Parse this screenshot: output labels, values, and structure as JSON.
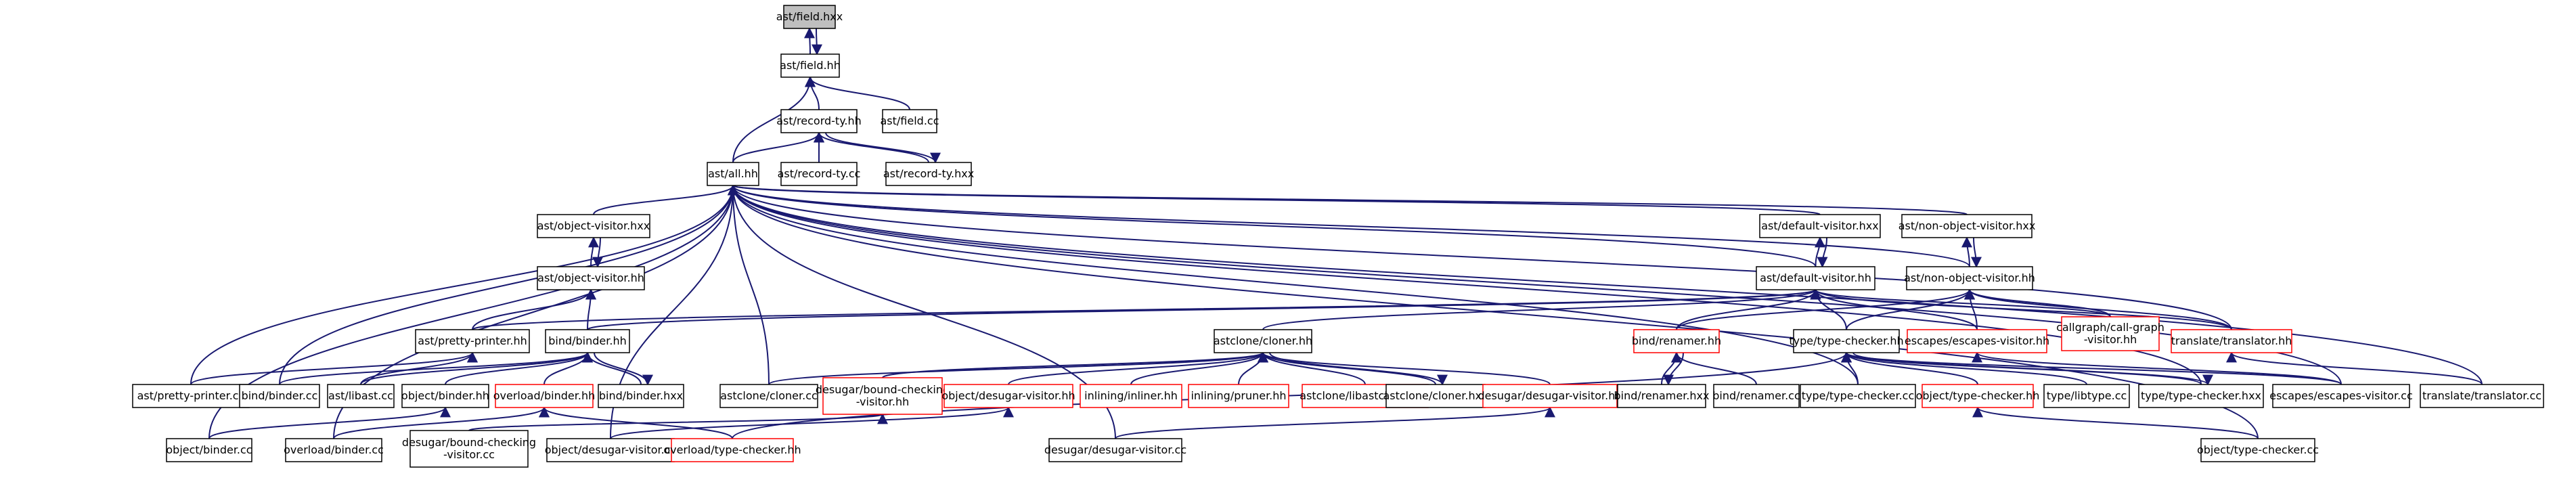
{
  "colors": {
    "edge": "#191970",
    "normal_border": "#000000",
    "red_border": "#ff0000",
    "focus_fill": "#bfbfbf",
    "background": "#ffffff"
  },
  "nodes": [
    {
      "id": "field_hxx",
      "lines": [
        "ast/field.hxx"
      ],
      "style": "focus"
    },
    {
      "id": "field_hh",
      "lines": [
        "ast/field.hh"
      ],
      "style": "normal"
    },
    {
      "id": "record_ty_hh",
      "lines": [
        "ast/record-ty.hh"
      ],
      "style": "normal"
    },
    {
      "id": "field_cc",
      "lines": [
        "ast/field.cc"
      ],
      "style": "normal"
    },
    {
      "id": "all_hh",
      "lines": [
        "ast/all.hh"
      ],
      "style": "normal"
    },
    {
      "id": "record_ty_cc",
      "lines": [
        "ast/record-ty.cc"
      ],
      "style": "normal"
    },
    {
      "id": "record_ty_hxx",
      "lines": [
        "ast/record-ty.hxx"
      ],
      "style": "normal"
    },
    {
      "id": "object_visitor_hxx",
      "lines": [
        "ast/object-visitor.hxx"
      ],
      "style": "normal"
    },
    {
      "id": "object_visitor_hh",
      "lines": [
        "ast/object-visitor.hh"
      ],
      "style": "normal"
    },
    {
      "id": "default_visitor_hxx",
      "lines": [
        "ast/default-visitor.hxx"
      ],
      "style": "normal"
    },
    {
      "id": "non_object_visitor_hxx",
      "lines": [
        "ast/non-object-visitor.hxx"
      ],
      "style": "normal"
    },
    {
      "id": "default_visitor_hh",
      "lines": [
        "ast/default-visitor.hh"
      ],
      "style": "normal"
    },
    {
      "id": "non_object_visitor_hh",
      "lines": [
        "ast/non-object-visitor.hh"
      ],
      "style": "normal"
    },
    {
      "id": "pretty_printer_hh",
      "lines": [
        "ast/pretty-printer.hh"
      ],
      "style": "normal"
    },
    {
      "id": "binder_hh",
      "lines": [
        "bind/binder.hh"
      ],
      "style": "normal"
    },
    {
      "id": "cloner_hh",
      "lines": [
        "astclone/cloner.hh"
      ],
      "style": "normal"
    },
    {
      "id": "renamer_hh",
      "lines": [
        "bind/renamer.hh"
      ],
      "style": "red"
    },
    {
      "id": "type_checker_hh",
      "lines": [
        "type/type-checker.hh"
      ],
      "style": "normal"
    },
    {
      "id": "escapes_visitor_hh",
      "lines": [
        "escapes/escapes-visitor.hh"
      ],
      "style": "red"
    },
    {
      "id": "call_graph_hh",
      "lines": [
        "callgraph/call-graph",
        "-visitor.hh"
      ],
      "style": "red"
    },
    {
      "id": "translator_hh",
      "lines": [
        "translate/translator.hh"
      ],
      "style": "red"
    },
    {
      "id": "pretty_printer_cc",
      "lines": [
        "ast/pretty-printer.cc"
      ],
      "style": "normal"
    },
    {
      "id": "binder_cc",
      "lines": [
        "bind/binder.cc"
      ],
      "style": "normal"
    },
    {
      "id": "libast_cc",
      "lines": [
        "ast/libast.cc"
      ],
      "style": "normal"
    },
    {
      "id": "object_binder_hh",
      "lines": [
        "object/binder.hh"
      ],
      "style": "normal"
    },
    {
      "id": "overload_binder_hh",
      "lines": [
        "overload/binder.hh"
      ],
      "style": "red"
    },
    {
      "id": "binder_hxx",
      "lines": [
        "bind/binder.hxx"
      ],
      "style": "normal"
    },
    {
      "id": "cloner_cc",
      "lines": [
        "astclone/cloner.cc"
      ],
      "style": "normal"
    },
    {
      "id": "bounds_checking_hh",
      "lines": [
        "desugar/bound-checking",
        "-visitor.hh"
      ],
      "style": "red"
    },
    {
      "id": "object_desugar_hh",
      "lines": [
        "object/desugar-visitor.hh"
      ],
      "style": "red"
    },
    {
      "id": "inliner_hh",
      "lines": [
        "inlining/inliner.hh"
      ],
      "style": "red"
    },
    {
      "id": "pruner_hh",
      "lines": [
        "inlining/pruner.hh"
      ],
      "style": "red"
    },
    {
      "id": "libastclone_hh",
      "lines": [
        "astclone/libastclone.hxx"
      ],
      "style": "red"
    },
    {
      "id": "cloner_hxx",
      "lines": [
        "astclone/cloner.hxx"
      ],
      "style": "normal"
    },
    {
      "id": "desugar_visitor_hh",
      "lines": [
        "desugar/desugar-visitor.hh"
      ],
      "style": "red"
    },
    {
      "id": "renamer_hxx",
      "lines": [
        "bind/renamer.hxx"
      ],
      "style": "normal"
    },
    {
      "id": "renamer_cc",
      "lines": [
        "bind/renamer.cc"
      ],
      "style": "normal"
    },
    {
      "id": "type_checker_cc",
      "lines": [
        "type/type-checker.cc"
      ],
      "style": "normal"
    },
    {
      "id": "object_type_checker_hh",
      "lines": [
        "object/type-checker.hh"
      ],
      "style": "red"
    },
    {
      "id": "libtype_cc",
      "lines": [
        "type/libtype.cc"
      ],
      "style": "normal"
    },
    {
      "id": "type_checker_hxx",
      "lines": [
        "type/type-checker.hxx"
      ],
      "style": "normal"
    },
    {
      "id": "escapes_visitor_cc",
      "lines": [
        "escapes/escapes-visitor.cc"
      ],
      "style": "normal"
    },
    {
      "id": "translator_cc",
      "lines": [
        "translate/translator.cc"
      ],
      "style": "normal"
    },
    {
      "id": "object_binder_cc",
      "lines": [
        "object/binder.cc"
      ],
      "style": "normal"
    },
    {
      "id": "overload_binder_cc",
      "lines": [
        "overload/binder.cc"
      ],
      "style": "normal"
    },
    {
      "id": "bounds_checking_cc",
      "lines": [
        "desugar/bound-checking",
        "-visitor.cc"
      ],
      "style": "normal"
    },
    {
      "id": "object_desugar_cc",
      "lines": [
        "object/desugar-visitor.cc"
      ],
      "style": "normal"
    },
    {
      "id": "overload_type_checker_hh",
      "lines": [
        "overload/type-checker.hh"
      ],
      "style": "red"
    },
    {
      "id": "desugar_visitor_cc",
      "lines": [
        "desugar/desugar-visitor.cc"
      ],
      "style": "normal"
    },
    {
      "id": "object_type_checker_cc",
      "lines": [
        "object/type-checker.cc"
      ],
      "style": "normal"
    }
  ],
  "edges": [
    [
      "field_hh",
      "field_hxx"
    ],
    [
      "field_hxx",
      "field_hh"
    ],
    [
      "record_ty_hh",
      "field_hh"
    ],
    [
      "field_cc",
      "field_hh"
    ],
    [
      "all_hh",
      "field_hh"
    ],
    [
      "all_hh",
      "record_ty_hh"
    ],
    [
      "record_ty_cc",
      "record_ty_hh"
    ],
    [
      "record_ty_hxx",
      "record_ty_hh"
    ],
    [
      "record_ty_hh",
      "record_ty_hxx"
    ],
    [
      "object_visitor_hxx",
      "all_hh"
    ],
    [
      "default_visitor_hxx",
      "all_hh"
    ],
    [
      "non_object_visitor_hxx",
      "all_hh"
    ],
    [
      "default_visitor_hh",
      "all_hh"
    ],
    [
      "non_object_visitor_hh",
      "all_hh"
    ],
    [
      "pretty_printer_cc",
      "all_hh"
    ],
    [
      "binder_cc",
      "all_hh"
    ],
    [
      "cloner_cc",
      "all_hh"
    ],
    [
      "desugar_visitor_cc",
      "all_hh"
    ],
    [
      "object_binder_cc",
      "all_hh"
    ],
    [
      "overload_binder_cc",
      "all_hh"
    ],
    [
      "object_desugar_cc",
      "all_hh"
    ],
    [
      "type_checker_cc",
      "all_hh"
    ],
    [
      "type_checker_hxx",
      "all_hh"
    ],
    [
      "escapes_visitor_cc",
      "all_hh"
    ],
    [
      "translator_cc",
      "all_hh"
    ],
    [
      "object_type_checker_cc",
      "all_hh"
    ],
    [
      "translator_hh",
      "all_hh"
    ],
    [
      "object_visitor_hh",
      "object_visitor_hxx"
    ],
    [
      "object_visitor_hxx",
      "object_visitor_hh"
    ],
    [
      "pretty_printer_hh",
      "object_visitor_hh"
    ],
    [
      "binder_hh",
      "object_visitor_hh"
    ],
    [
      "default_visitor_hh",
      "default_visitor_hxx"
    ],
    [
      "default_visitor_hxx",
      "default_visitor_hh"
    ],
    [
      "non_object_visitor_hh",
      "non_object_visitor_hxx"
    ],
    [
      "non_object_visitor_hxx",
      "non_object_visitor_hh"
    ],
    [
      "pretty_printer_hh",
      "default_visitor_hh"
    ],
    [
      "binder_hh",
      "default_visitor_hh"
    ],
    [
      "cloner_hh",
      "default_visitor_hh"
    ],
    [
      "renamer_hh",
      "default_visitor_hh"
    ],
    [
      "type_checker_hh",
      "default_visitor_hh"
    ],
    [
      "escapes_visitor_hh",
      "default_visitor_hh"
    ],
    [
      "call_graph_hh",
      "default_visitor_hh"
    ],
    [
      "translator_hh",
      "default_visitor_hh"
    ],
    [
      "renamer_hh",
      "non_object_visitor_hh"
    ],
    [
      "type_checker_hh",
      "non_object_visitor_hh"
    ],
    [
      "escapes_visitor_hh",
      "non_object_visitor_hh"
    ],
    [
      "call_graph_hh",
      "non_object_visitor_hh"
    ],
    [
      "translator_hh",
      "non_object_visitor_hh"
    ],
    [
      "pretty_printer_cc",
      "pretty_printer_hh"
    ],
    [
      "libast_cc",
      "pretty_printer_hh"
    ],
    [
      "binder_cc",
      "binder_hh"
    ],
    [
      "libast_cc",
      "binder_hh"
    ],
    [
      "object_binder_hh",
      "binder_hh"
    ],
    [
      "overload_binder_hh",
      "binder_hh"
    ],
    [
      "binder_hxx",
      "binder_hh"
    ],
    [
      "binder_hh",
      "binder_hxx"
    ],
    [
      "object_binder_cc",
      "object_binder_hh"
    ],
    [
      "overload_binder_cc",
      "overload_binder_hh"
    ],
    [
      "overload_type_checker_hh",
      "overload_binder_hh"
    ],
    [
      "cloner_cc",
      "cloner_hh"
    ],
    [
      "bounds_checking_hh",
      "cloner_hh"
    ],
    [
      "object_desugar_hh",
      "cloner_hh"
    ],
    [
      "inliner_hh",
      "cloner_hh"
    ],
    [
      "pruner_hh",
      "cloner_hh"
    ],
    [
      "libastclone_hh",
      "cloner_hh"
    ],
    [
      "cloner_hxx",
      "cloner_hh"
    ],
    [
      "cloner_hh",
      "cloner_hxx"
    ],
    [
      "desugar_visitor_hh",
      "cloner_hh"
    ],
    [
      "bounds_checking_cc",
      "bounds_checking_hh"
    ],
    [
      "object_desugar_cc",
      "object_desugar_hh"
    ],
    [
      "desugar_visitor_cc",
      "desugar_visitor_hh"
    ],
    [
      "renamer_hxx",
      "renamer_hh"
    ],
    [
      "renamer_hh",
      "renamer_hxx"
    ],
    [
      "renamer_cc",
      "renamer_hh"
    ],
    [
      "type_checker_cc",
      "type_checker_hh"
    ],
    [
      "object_type_checker_hh",
      "type_checker_hh"
    ],
    [
      "libtype_cc",
      "type_checker_hh"
    ],
    [
      "type_checker_hxx",
      "type_checker_hh"
    ],
    [
      "type_checker_hh",
      "type_checker_hxx"
    ],
    [
      "escapes_visitor_cc",
      "type_checker_hh"
    ],
    [
      "overload_type_checker_hh",
      "type_checker_hh"
    ],
    [
      "object_type_checker_cc",
      "object_type_checker_hh"
    ],
    [
      "escapes_visitor_cc",
      "escapes_visitor_hh"
    ],
    [
      "translator_cc",
      "translator_hh"
    ]
  ]
}
